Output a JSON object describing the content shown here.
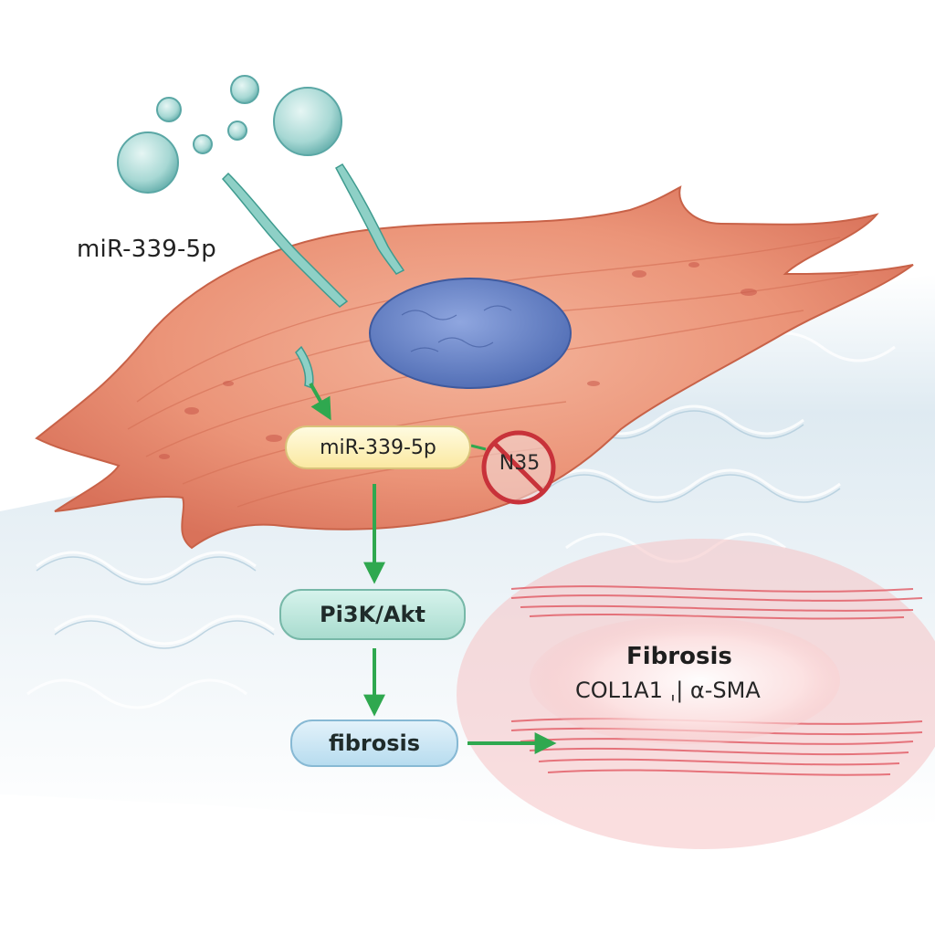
{
  "labels": {
    "free_mirna": "miR-339-5p",
    "mirna_box": "miR-339-5p",
    "inhibited_target": "N35",
    "pathway_box": "Pi3K/Akt",
    "outcome_box": "fibrosis",
    "fibrosis_title": "Fibrosis",
    "fibrosis_markers": "COL1A1 ˌ| α-SMA"
  },
  "colors": {
    "cell_body": "#e98c70",
    "nucleus": "#6a86c8",
    "arrow": "#2fa84f",
    "inhibition": "#c8323a",
    "fibrosis_fiber": "#e0505a",
    "tissue": "#c9dde8"
  }
}
